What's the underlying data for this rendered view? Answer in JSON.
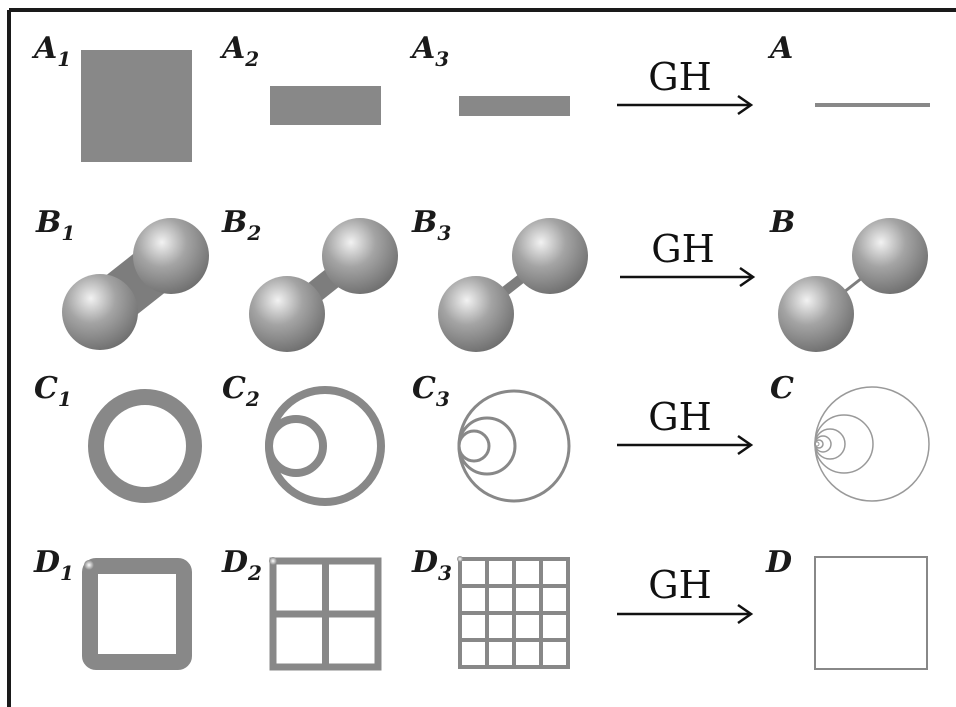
{
  "arrow_label": "GH",
  "rows": [
    {
      "id": "A",
      "stages": [
        {
          "letter": "A",
          "sub": "1"
        },
        {
          "letter": "A",
          "sub": "2"
        },
        {
          "letter": "A",
          "sub": "3"
        }
      ],
      "limit": "A"
    },
    {
      "id": "B",
      "stages": [
        {
          "letter": "B",
          "sub": "1"
        },
        {
          "letter": "B",
          "sub": "2"
        },
        {
          "letter": "B",
          "sub": "3"
        }
      ],
      "limit": "B"
    },
    {
      "id": "C",
      "stages": [
        {
          "letter": "C",
          "sub": "1"
        },
        {
          "letter": "C",
          "sub": "2"
        },
        {
          "letter": "C",
          "sub": "3"
        }
      ],
      "limit": "C"
    },
    {
      "id": "D",
      "stages": [
        {
          "letter": "D",
          "sub": "1"
        },
        {
          "letter": "D",
          "sub": "2"
        },
        {
          "letter": "D",
          "sub": "3"
        }
      ],
      "limit": "D"
    }
  ],
  "colors": {
    "shape_fill": "#888888",
    "sphere_light": "#f2f2f2",
    "sphere_dark": "#6e6e6e",
    "frame": "#1a1a1a"
  }
}
